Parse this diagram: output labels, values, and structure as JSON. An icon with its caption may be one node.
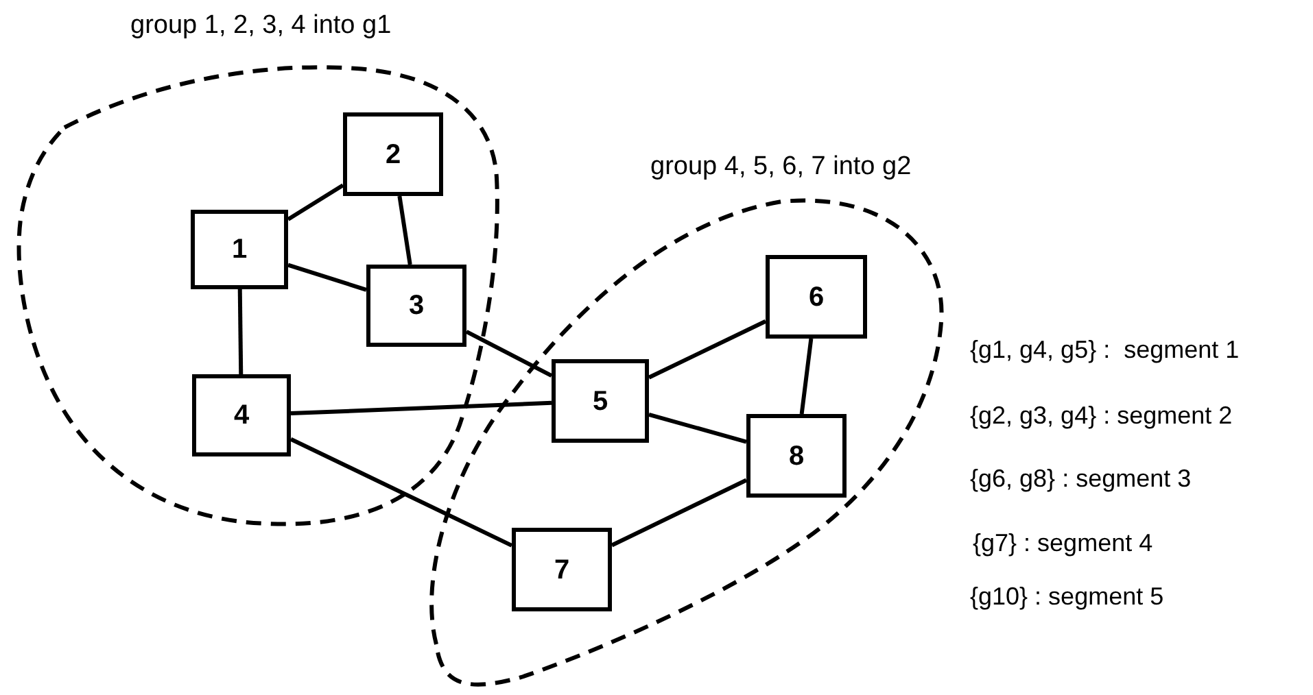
{
  "diagram": {
    "nodes": [
      {
        "text": [
          "group 1, 2, 3, 4 into g1"
        ]
      },
      {
        "text": [
          "1"
        ],
        "in": 0
      },
      {
        "text": [
          "2"
        ],
        "in": 0
      },
      {
        "text": [
          "3"
        ],
        "in": 0
      },
      {
        "text": [
          "4"
        ],
        "in": 0
      },
      {
        "text": [
          "group 4, 5, 6, 7 into g2"
        ]
      },
      {
        "text": [
          "5"
        ],
        "in": 5
      },
      {
        "text": [
          "6"
        ],
        "in": 5
      },
      {
        "text": [
          "7"
        ],
        "in": 5
      },
      {
        "text": [
          "8"
        ],
        "in": 5
      }
    ],
    "edges": [
      {
        "from": 1,
        "to": 2,
        "arrow": "none"
      },
      {
        "from": 2,
        "to": 3,
        "arrow": "none"
      },
      {
        "from": 1,
        "to": 3,
        "arrow": "none"
      },
      {
        "from": 1,
        "to": 4,
        "arrow": "none"
      },
      {
        "from": 3,
        "to": 6,
        "arrow": "none"
      },
      {
        "from": 4,
        "to": 6,
        "arrow": "none"
      },
      {
        "from": 4,
        "to": 8,
        "arrow": "none"
      },
      {
        "from": 6,
        "to": 7,
        "arrow": "none"
      },
      {
        "from": 6,
        "to": 9,
        "arrow": "none"
      },
      {
        "from": 7,
        "to": 9,
        "arrow": "none"
      },
      {
        "from": 8,
        "to": 9,
        "arrow": "none"
      }
    ],
    "labels": [
      "{g1, g4, g5} :  segment 1",
      "{g2, g3, g4} : segment 2",
      "{g6, g8} : segment 3",
      "{g7} : segment 4",
      "{g10} : segment 5"
    ]
  }
}
